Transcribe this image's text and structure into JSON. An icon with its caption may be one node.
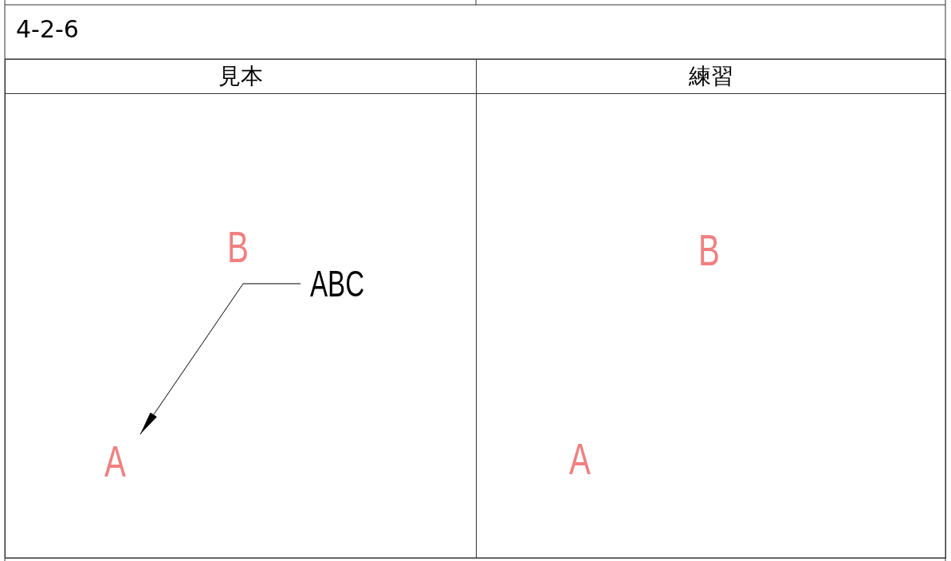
{
  "diagram": {
    "title": "4-2-6",
    "nodes": [
      {
        "text": [
          "見本"
        ]
      },
      {
        "text": [
          "練習"
        ]
      },
      {
        "text": [
          "ABC"
        ],
        "in": 0
      },
      {
        "text": [
          "A"
        ],
        "in": 0
      }
    ],
    "edges": [
      {
        "from": 2,
        "to": 3,
        "arrow": "to"
      }
    ],
    "labels": [
      "B",
      "B",
      "A"
    ]
  }
}
